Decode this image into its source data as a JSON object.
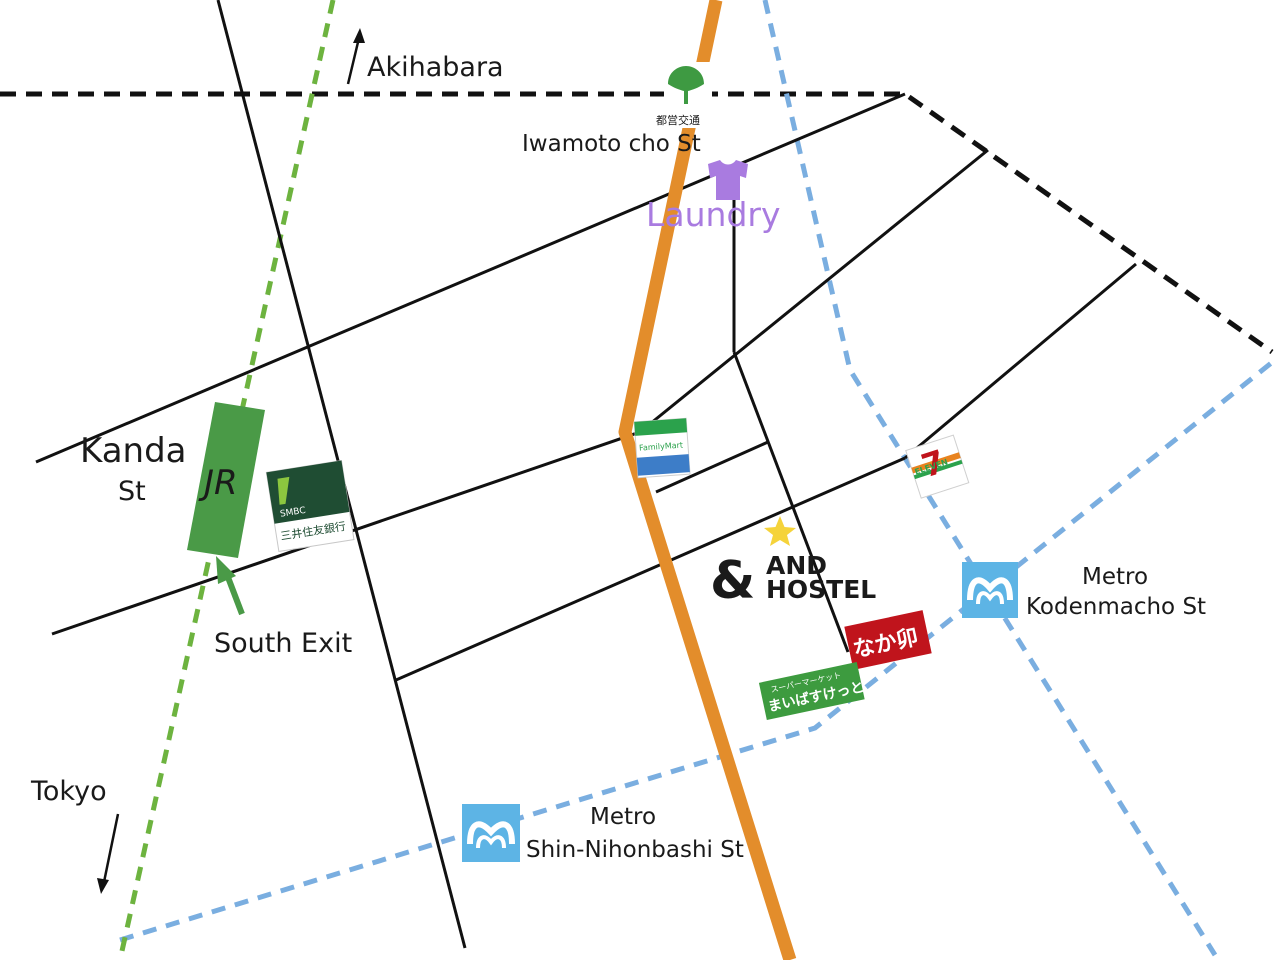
{
  "labels": {
    "akihabara": "Akihabara",
    "iwamoto": "Iwamoto cho St",
    "toei_kana": "都営交通",
    "laundry": "Laundry",
    "kanda_1": "Kanda",
    "kanda_2": "St",
    "jr": "JR",
    "south_exit": "South Exit",
    "tokyo": "Tokyo",
    "metro_kodenmacho_1": "Metro",
    "metro_kodenmacho_2": "Kodenmacho St",
    "metro_shin_1": "Metro",
    "metro_shin_2": "Shin-Nihonbashi St",
    "hostel_amp": "&",
    "hostel_1": "AND",
    "hostel_2": "HOSTEL"
  },
  "stores": {
    "smbc_brand": "SMBC",
    "smbc_jp": "三井住友銀行",
    "familymart": "FamilyMart",
    "seven_num": "7",
    "seven_word": "ELEVEN",
    "nakau": "なか卯",
    "super_small": "スーパーマーケット",
    "super_name": "まいばすけっと"
  },
  "icons": {
    "metro": "tokyo-metro-logo-icon",
    "toei": "toei-ginkgo-logo-icon",
    "laundry": "tshirt-icon",
    "hostel": "star-icon"
  },
  "colors": {
    "orange_road": "#E38D2B",
    "jr_green": "#4A9A47",
    "jr_line": "#6DB33F",
    "metro_blue": "#7AAEE0",
    "metro_logo": "#5DB4E5",
    "laundry_purple": "#A97BE0",
    "star_yellow": "#F5D33A",
    "nakau_red": "#C0141C",
    "super_green": "#3D9B3F",
    "smbc_green": "#1F4D33",
    "familymart_green": "#2BA24C",
    "familymart_blue": "#3D7DC8"
  }
}
